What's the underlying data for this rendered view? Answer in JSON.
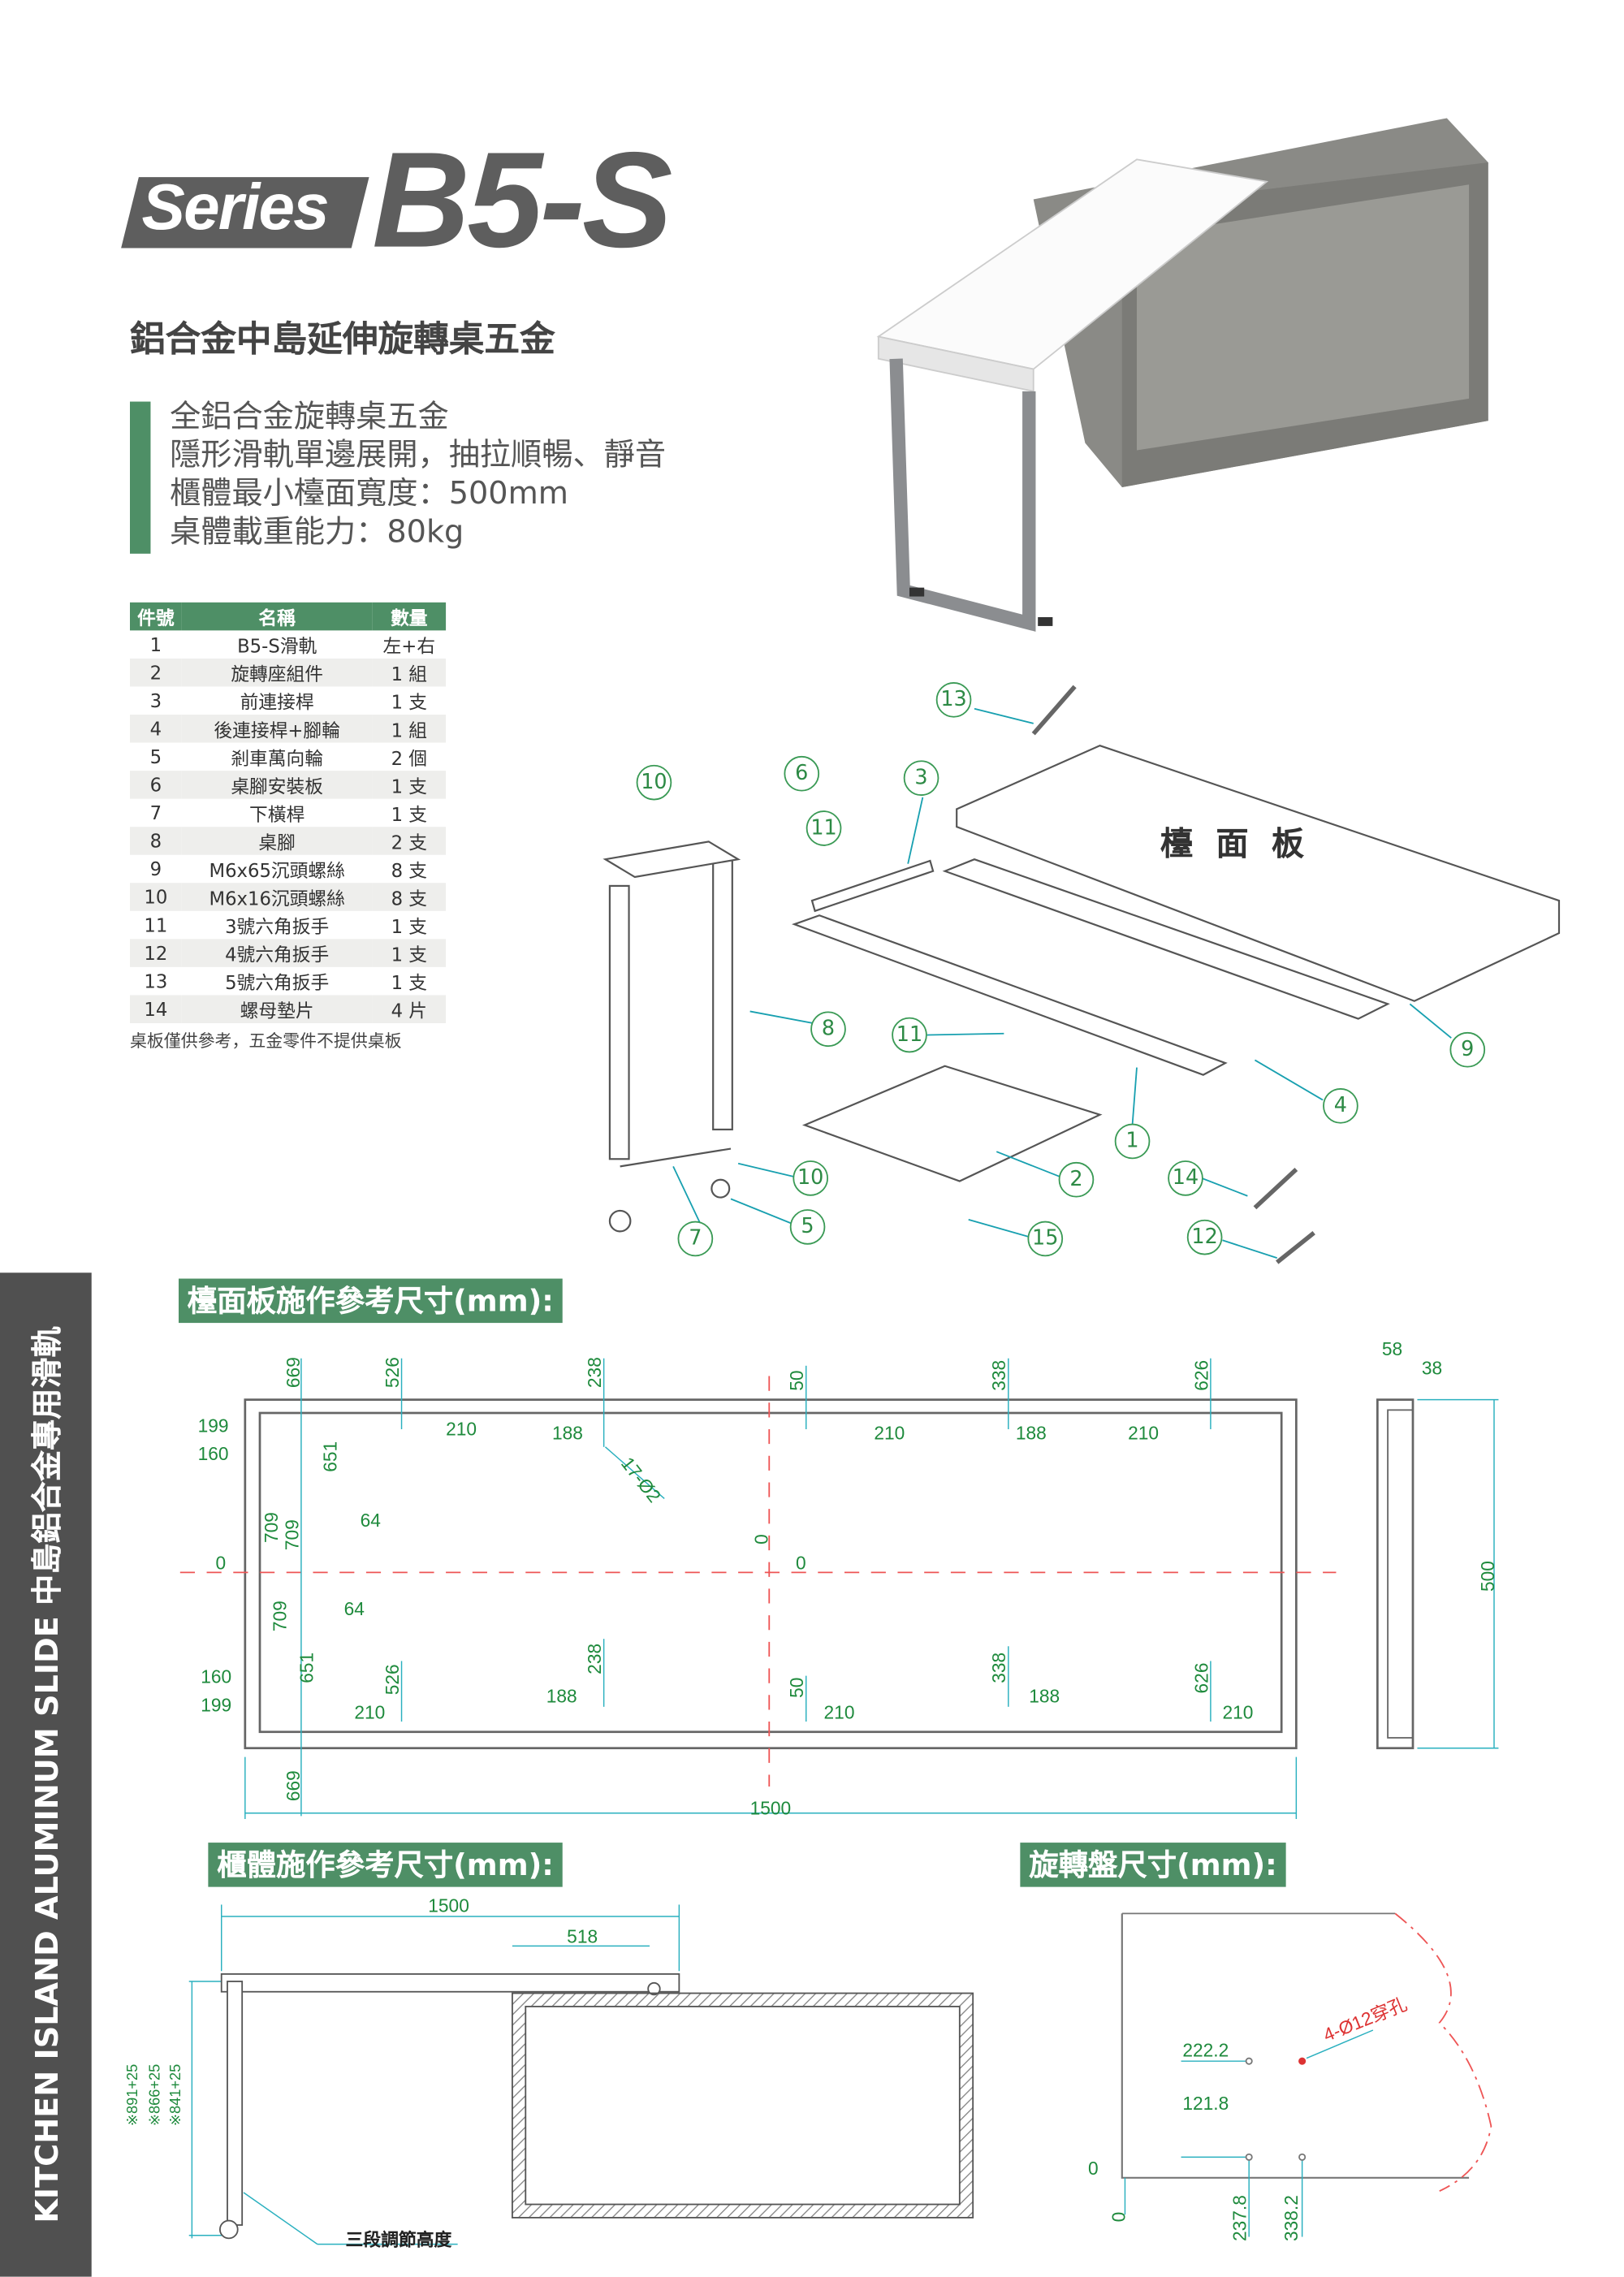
{
  "header": {
    "series": "Series",
    "model": "B5-S",
    "subtitle": "鋁合金中島延伸旋轉桌五金"
  },
  "features": [
    "全鋁合金旋轉桌五金",
    "隱形滑軌單邊展開，抽拉順暢、靜音",
    "櫃體最小檯面寬度：500mm",
    "桌體載重能力：80kg"
  ],
  "parts_table": {
    "headers": [
      "件號",
      "名稱",
      "數量"
    ],
    "rows": [
      [
        "1",
        "B5-S滑軌",
        "左+右"
      ],
      [
        "2",
        "旋轉座組件",
        "1 組"
      ],
      [
        "3",
        "前連接桿",
        "1 支"
      ],
      [
        "4",
        "後連接桿+腳輪",
        "1 組"
      ],
      [
        "5",
        "剎車萬向輪",
        "2 個"
      ],
      [
        "6",
        "桌腳安裝板",
        "1 支"
      ],
      [
        "7",
        "下橫桿",
        "1 支"
      ],
      [
        "8",
        "桌腳",
        "2 支"
      ],
      [
        "9",
        "M6x65沉頭螺絲",
        "8 支"
      ],
      [
        "10",
        "M6x16沉頭螺絲",
        "8 支"
      ],
      [
        "11",
        "3號六角扳手",
        "1 支"
      ],
      [
        "12",
        "4號六角扳手",
        "1 支"
      ],
      [
        "13",
        "5號六角扳手",
        "1 支"
      ],
      [
        "14",
        "螺母墊片",
        "4 片"
      ]
    ],
    "note": "桌板僅供參考，五金零件不提供桌板"
  },
  "exploded": {
    "panel_label": "檯 面 板",
    "callouts": [
      "13",
      "10",
      "6",
      "3",
      "11",
      "8",
      "11",
      "9",
      "4",
      "1",
      "10",
      "2",
      "14",
      "5",
      "7",
      "15",
      "12"
    ]
  },
  "sidebar_text": "KITCHEN ISLAND ALUMINUM SLIDE 中島鋁合金專用滑軌",
  "tabletop": {
    "title": "檯面板施作參考尺寸(mm):",
    "dims": [
      "669",
      "526",
      "238",
      "50",
      "338",
      "626",
      "199",
      "160",
      "210",
      "188",
      "17-Ø2",
      "210",
      "188",
      "210",
      "651",
      "709",
      "709",
      "64",
      "0",
      "0",
      "0",
      "709",
      "64",
      "651",
      "526",
      "238",
      "50",
      "338",
      "626",
      "160",
      "199",
      "210",
      "188",
      "210",
      "188",
      "210",
      "669",
      "58",
      "38",
      "500",
      "1500"
    ]
  },
  "cabinet": {
    "title": "櫃體施作參考尺寸(mm):",
    "dims": [
      "1500",
      "518",
      "※891+25",
      "※866+25",
      "※841+25"
    ],
    "callout": "三段調節高度"
  },
  "rotary": {
    "title": "旋轉盤尺寸(mm):",
    "dims": [
      "222.2",
      "121.8",
      "0",
      "0",
      "237.8",
      "338.2"
    ],
    "hole_label": "4-Ø12穿孔"
  }
}
